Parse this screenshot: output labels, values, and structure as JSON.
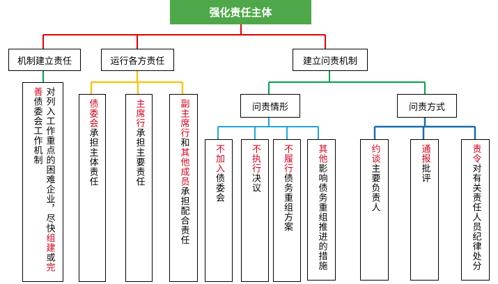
{
  "title": "强化责任主体",
  "level1": [
    {
      "label": "机制建立责任"
    },
    {
      "label": "运行各方责任"
    },
    {
      "label": "建立问责机制"
    }
  ],
  "level2": [
    {
      "label": "问责情形"
    },
    {
      "label": "问责方式"
    }
  ],
  "colors": {
    "title_bg": "#4ea849",
    "red": "#d0021b",
    "line_red": "#e00000",
    "line_green": "#00a04a",
    "line_yellow": "#f5c518",
    "line_cyan": "#1fa3dd",
    "line_blue": "#1a6aad"
  },
  "leaves": [
    {
      "id": "mechanism",
      "segments": [
        {
          "text": "对列入工作重点的困难企业，尽快",
          "red": false
        },
        {
          "text": "组建",
          "red": true
        },
        {
          "text": "或",
          "red": false
        },
        {
          "text": "完善",
          "red": true
        },
        {
          "text": "债委会工作机制",
          "red": false
        }
      ]
    },
    {
      "id": "committee",
      "segments": [
        {
          "text": "债委会",
          "red": true
        },
        {
          "text": "承担主体责任",
          "red": false
        }
      ]
    },
    {
      "id": "chair",
      "segments": [
        {
          "text": "主席行",
          "red": true
        },
        {
          "text": "承担主要责任",
          "red": false
        }
      ]
    },
    {
      "id": "vicechair",
      "segments": [
        {
          "text": "副主席行",
          "red": true
        },
        {
          "text": "和",
          "red": false
        },
        {
          "text": "其他成员",
          "red": true
        },
        {
          "text": "承担配合责任",
          "red": false
        }
      ]
    },
    {
      "id": "case1",
      "segments": [
        {
          "text": "不加入",
          "red": true
        },
        {
          "text": "债委会",
          "red": false
        }
      ]
    },
    {
      "id": "case2",
      "segments": [
        {
          "text": "不执行",
          "red": true
        },
        {
          "text": "决议",
          "red": false
        }
      ]
    },
    {
      "id": "case3",
      "segments": [
        {
          "text": "不履行",
          "red": true
        },
        {
          "text": "债务重组方案",
          "red": false
        }
      ]
    },
    {
      "id": "case4",
      "segments": [
        {
          "text": "其他",
          "red": true
        },
        {
          "text": "影响债务重组推进的措施",
          "red": false
        }
      ]
    },
    {
      "id": "way1",
      "segments": [
        {
          "text": "约谈",
          "red": true
        },
        {
          "text": "主要负责人",
          "red": false
        }
      ]
    },
    {
      "id": "way2",
      "segments": [
        {
          "text": "通报",
          "red": true
        },
        {
          "text": "批评",
          "red": false
        }
      ]
    },
    {
      "id": "way3",
      "segments": [
        {
          "text": "责令",
          "red": true
        },
        {
          "text": "对有关责任人员纪律处分",
          "red": false
        }
      ]
    }
  ]
}
